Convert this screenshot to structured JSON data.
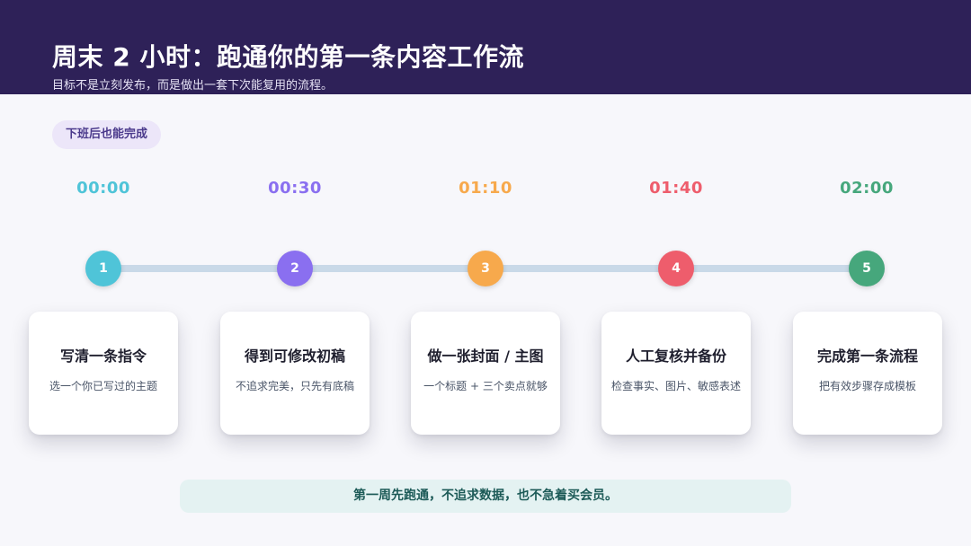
{
  "header": {
    "title": "周末 2 小时：跑通你的第一条内容工作流",
    "subtitle": "目标不是立刻发布，而是做出一套下次能复用的流程。"
  },
  "tag": {
    "label": "下班后也能完成"
  },
  "steps": [
    {
      "time": "00:00",
      "number": "1",
      "title": "写清一条指令",
      "desc": "选一个你已写过的主题",
      "color": "#4fc4d8"
    },
    {
      "time": "00:30",
      "number": "2",
      "title": "得到可修改初稿",
      "desc": "不追求完美，只先有底稿",
      "color": "#8a6ff0"
    },
    {
      "time": "01:10",
      "number": "3",
      "title": "做一张封面 / 主图",
      "desc": "一个标题 + 三个卖点就够",
      "color": "#f7a94c"
    },
    {
      "time": "01:40",
      "number": "4",
      "title": "人工复核并备份",
      "desc": "检查事实、图片、敏感表述",
      "color": "#ee5d6c"
    },
    {
      "time": "02:00",
      "number": "5",
      "title": "完成第一条流程",
      "desc": "把有效步骤存成模板",
      "color": "#46a77c"
    }
  ],
  "footer": {
    "note": "第一周先跑通，不追求数据，也不急着买会员。"
  }
}
